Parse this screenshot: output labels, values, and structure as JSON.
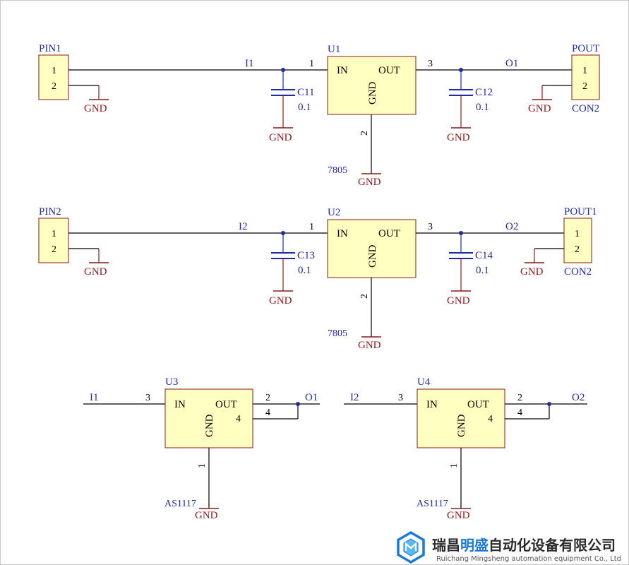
{
  "colors": {
    "wire": "#000000",
    "net": "#1f2aa6",
    "designator": "#1f2aa6",
    "gnd": "#8b1a1a",
    "pin": "#8b1a1a",
    "body_fill": "#ffffc0",
    "body_stroke": "#8b1a1a",
    "cap": "#1f2aa6",
    "junction": "#1f2aa6",
    "watermark_blue": "#1c79d6",
    "watermark_text": "#2b2b2b"
  },
  "connectors": {
    "pin1": {
      "designator": "PIN1",
      "pins": [
        "1",
        "2"
      ],
      "comment": ""
    },
    "pin2": {
      "designator": "PIN2",
      "pins": [
        "1",
        "2"
      ],
      "comment": ""
    },
    "pout": {
      "designator": "POUT",
      "pins": [
        "1",
        "2"
      ],
      "comment": "CON2"
    },
    "pout1": {
      "designator": "POUT1",
      "pins": [
        "1",
        "2"
      ],
      "comment": "CON2"
    }
  },
  "regulators": {
    "u1": {
      "designator": "U1",
      "comment": "7805",
      "in": "IN",
      "out": "OUT",
      "gnd": "GND",
      "pin_in": "1",
      "pin_out": "3",
      "pin_gnd": "2"
    },
    "u2": {
      "designator": "U2",
      "comment": "7805",
      "in": "IN",
      "out": "OUT",
      "gnd": "GND",
      "pin_in": "1",
      "pin_out": "3",
      "pin_gnd": "2"
    },
    "u3": {
      "designator": "U3",
      "comment": "AS1117",
      "in": "IN",
      "out": "OUT",
      "gnd": "GND",
      "tab": "4",
      "pin_in": "3",
      "pin_out": "2",
      "pin_tab": "4",
      "pin_gnd": "1"
    },
    "u4": {
      "designator": "U4",
      "comment": "AS1117",
      "in": "IN",
      "out": "OUT",
      "gnd": "GND",
      "tab": "4",
      "pin_in": "3",
      "pin_out": "2",
      "pin_tab": "4",
      "pin_gnd": "1"
    }
  },
  "capacitors": {
    "c11": {
      "designator": "C11",
      "value": "0.1"
    },
    "c12": {
      "designator": "C12",
      "value": "0.1"
    },
    "c13": {
      "designator": "C13",
      "value": "0.1"
    },
    "c14": {
      "designator": "C14",
      "value": "0.1"
    }
  },
  "nets": {
    "i1": "I1",
    "o1": "O1",
    "i2": "I2",
    "o2": "O2",
    "gnd": "GND"
  },
  "watermark": {
    "company_cn_prefix": "瑞昌",
    "company_cn_highlight": "明盛",
    "company_cn_suffix": "自动化设备有限公司",
    "company_en": "Ruichang Mingsheng automation equipment Co., Ltd"
  }
}
